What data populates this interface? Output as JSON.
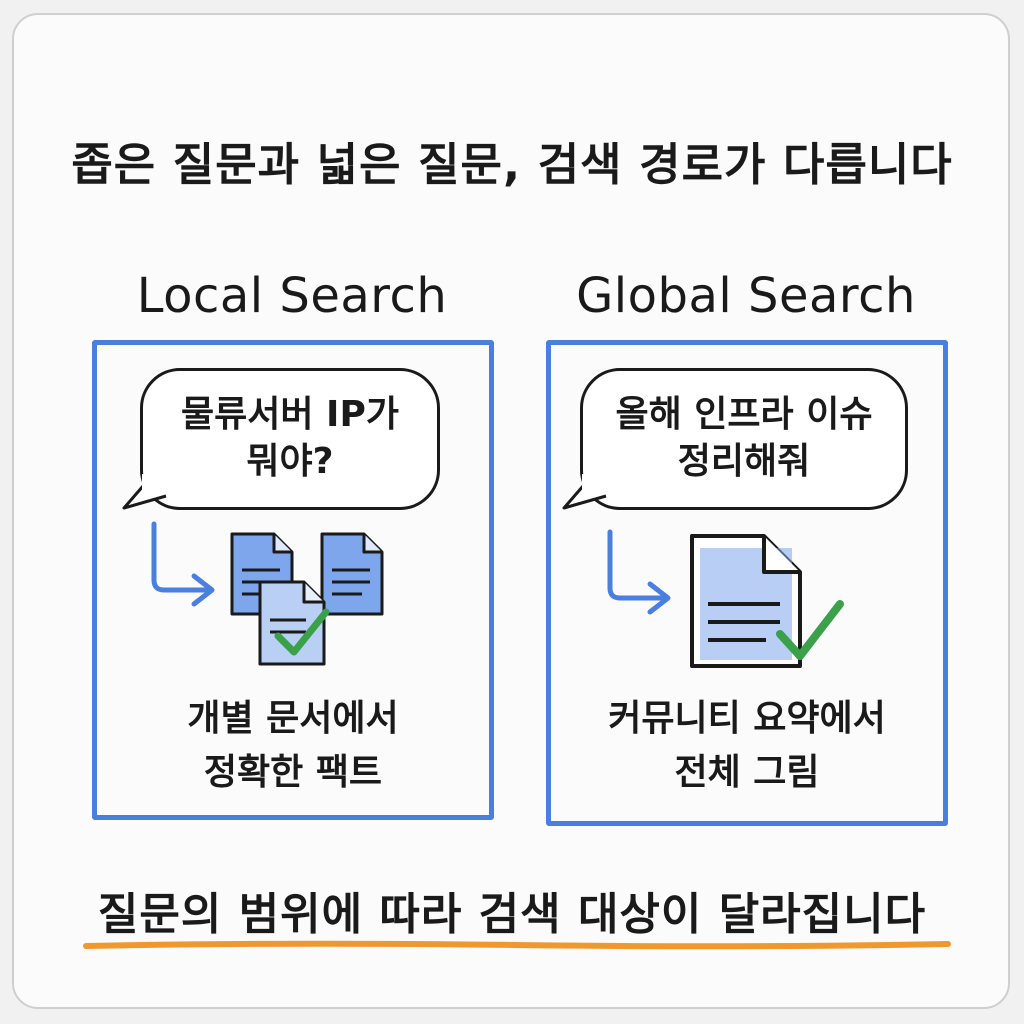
{
  "title": "좁은 질문과 넓은 질문, 검색 경로가 다릅니다",
  "columns": [
    {
      "heading": "Local Search",
      "question": "물류서버 IP가\n뭐야?",
      "caption": "개별 문서에서\n정확한 팩트"
    },
    {
      "heading": "Global Search",
      "question": "올해 인프라 이슈\n정리해줘",
      "caption": "커뮤니티 요약에서\n전체 그림"
    }
  ],
  "bottom_text": "질문의 범위에 따라 검색 대상이 달라집니다",
  "colors": {
    "panel_border": "#4a7fdf",
    "arrow": "#4a7fdf",
    "document_fill": "#7ea6ec",
    "checkmark": "#3aa14a",
    "underline": "#f0982e"
  },
  "icons": [
    "arrow-right-icon",
    "document-icon",
    "checkmark-icon"
  ]
}
